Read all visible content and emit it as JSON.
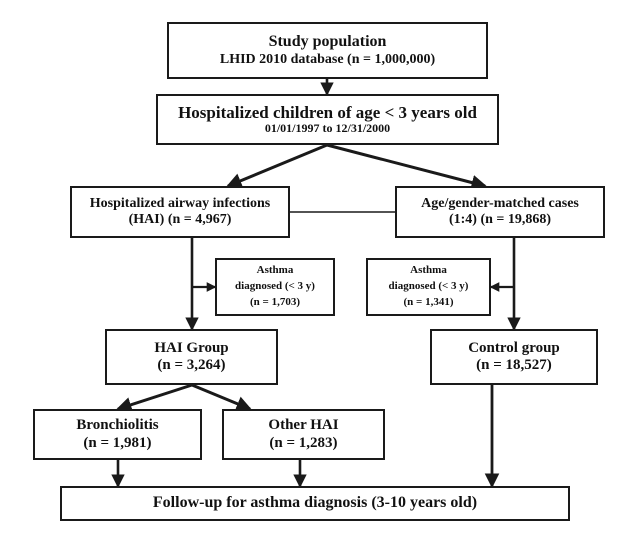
{
  "figure": {
    "type": "flowchart",
    "orientation": "top-down",
    "stroke_color": "#1a1a1a",
    "background_color": "#ffffff"
  },
  "nodes": {
    "study_population": {
      "line1": "Study population",
      "line2": "LHID 2010 database (n = 1,000,000)"
    },
    "hospitalized_children": {
      "line1": "Hospitalized children of age < 3 years old",
      "line2": "01/01/1997 to 12/31/2000"
    },
    "hai": {
      "line1": "Hospitalized airway infections",
      "line2": "(HAI) (n = 4,967)"
    },
    "matched_cases": {
      "line1": "Age/gender-matched cases",
      "line2": "(1:4) (n = 19,868)"
    },
    "exclusion_left": {
      "line1": "Asthma",
      "line2": "diagnosed (< 3 y)",
      "line3": "(n = 1,703)"
    },
    "exclusion_right": {
      "line1": "Asthma",
      "line2": "diagnosed (< 3 y)",
      "line3": "(n = 1,341)"
    },
    "hai_group": {
      "line1": "HAI Group",
      "line2": "(n = 3,264)"
    },
    "control_group": {
      "line1": "Control group",
      "line2": "(n = 18,527)"
    },
    "bronchiolitis": {
      "line1": "Bronchiolitis",
      "line2": "(n = 1,981)"
    },
    "other_hai": {
      "line1": "Other HAI",
      "line2": "(n = 1,283)"
    },
    "follow_up": {
      "line1": "Follow-up for asthma diagnosis (3-10 years old)"
    }
  }
}
